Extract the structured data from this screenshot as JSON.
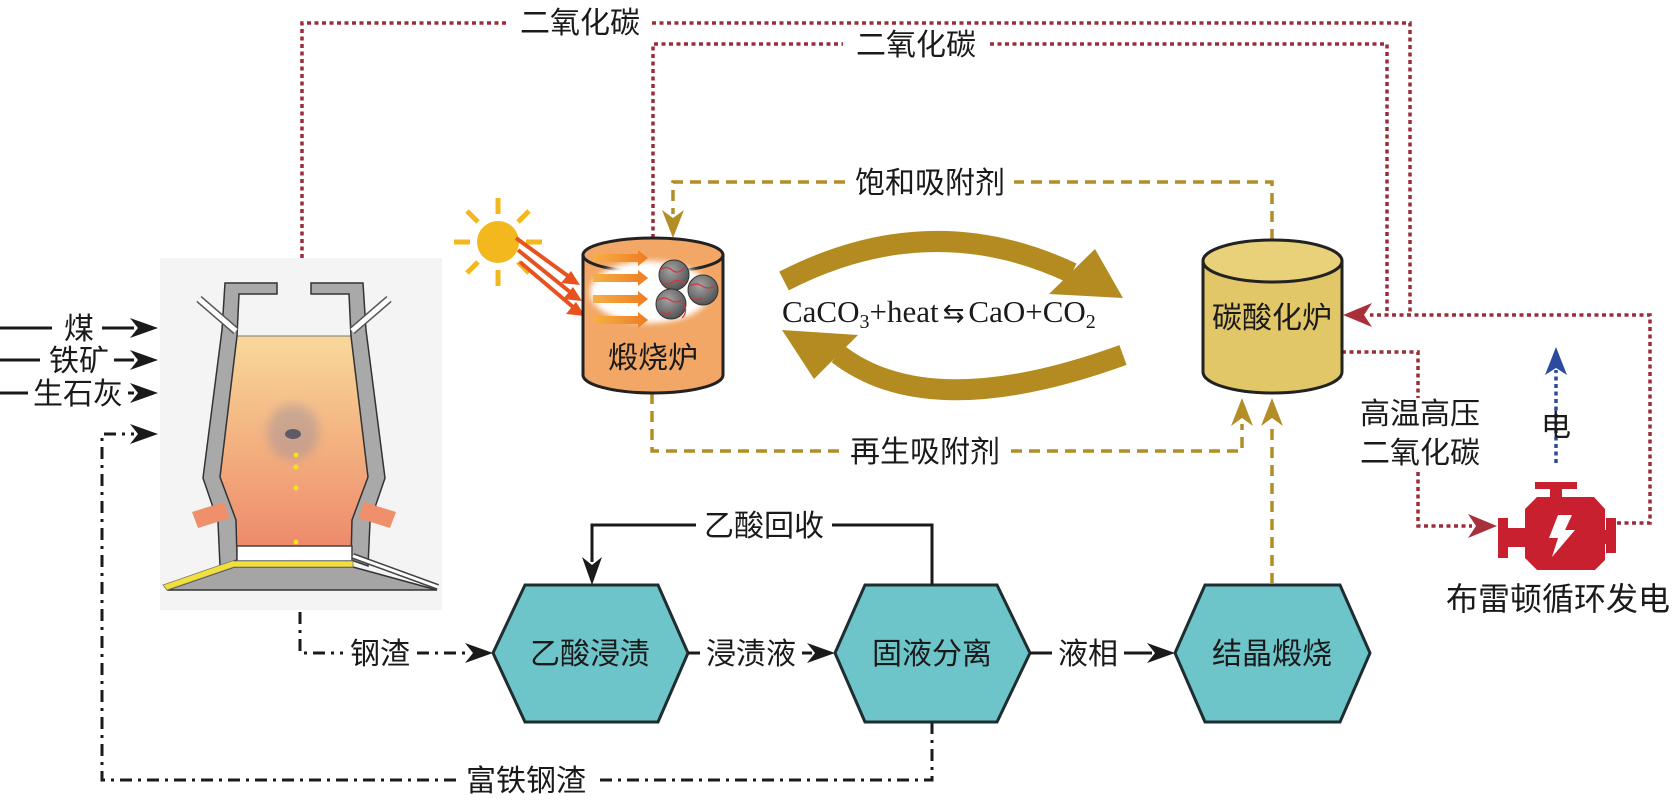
{
  "inputs": [
    {
      "label": "煤"
    },
    {
      "label": "铁矿"
    },
    {
      "label": "生石灰"
    }
  ],
  "units": {
    "calciner": "煅烧炉",
    "carbonator": "碳酸化炉",
    "power_cycle": "布雷顿循环发电"
  },
  "process_steps": [
    {
      "label": "乙酸浸渍"
    },
    {
      "label": "固液分离"
    },
    {
      "label": "结晶煅烧"
    }
  ],
  "flow_labels": {
    "co2_from_furnace": "二氧化碳",
    "co2_from_calciner": "二氧化碳",
    "saturated_sorbent": "饱和吸附剂",
    "regenerated_sorbent": "再生吸附剂",
    "hot_co2_line1": "高温高压",
    "hot_co2_line2": "二氧化碳",
    "electricity": "电",
    "steel_slag": "钢渣",
    "leachate": "浸渍液",
    "acetic_acid_recovery": "乙酸回收",
    "liquid_phase": "液相",
    "iron_rich_slag": "富铁钢渣"
  },
  "equation": {
    "reactant": "CaCO",
    "reactant_sub": "3",
    "reactant_extra": "+heat",
    "arrow": "⇆",
    "product": "CaO+CO",
    "product_sub": "2"
  },
  "icons": [
    "blast-furnace",
    "sun",
    "solar-heat-arrows",
    "sorbent-particles",
    "cycle-arrows",
    "engine-lightning"
  ],
  "colors": {
    "co2_line": "#9b2d38",
    "co2_arrow": "#a8303a",
    "sorbent_line": "#b38d25",
    "process_line": "#1a1a1a",
    "electricity_line": "#2b4c9e",
    "hexagon_fill": "#6dc5ca",
    "calciner_fill": "#f2a766",
    "carbonator_fill": "#e2c768",
    "engine": "#c8202e",
    "cycle_arrow": "#b38b21",
    "sun": "#f4b81f",
    "solar_arrow": "#e8521e"
  }
}
